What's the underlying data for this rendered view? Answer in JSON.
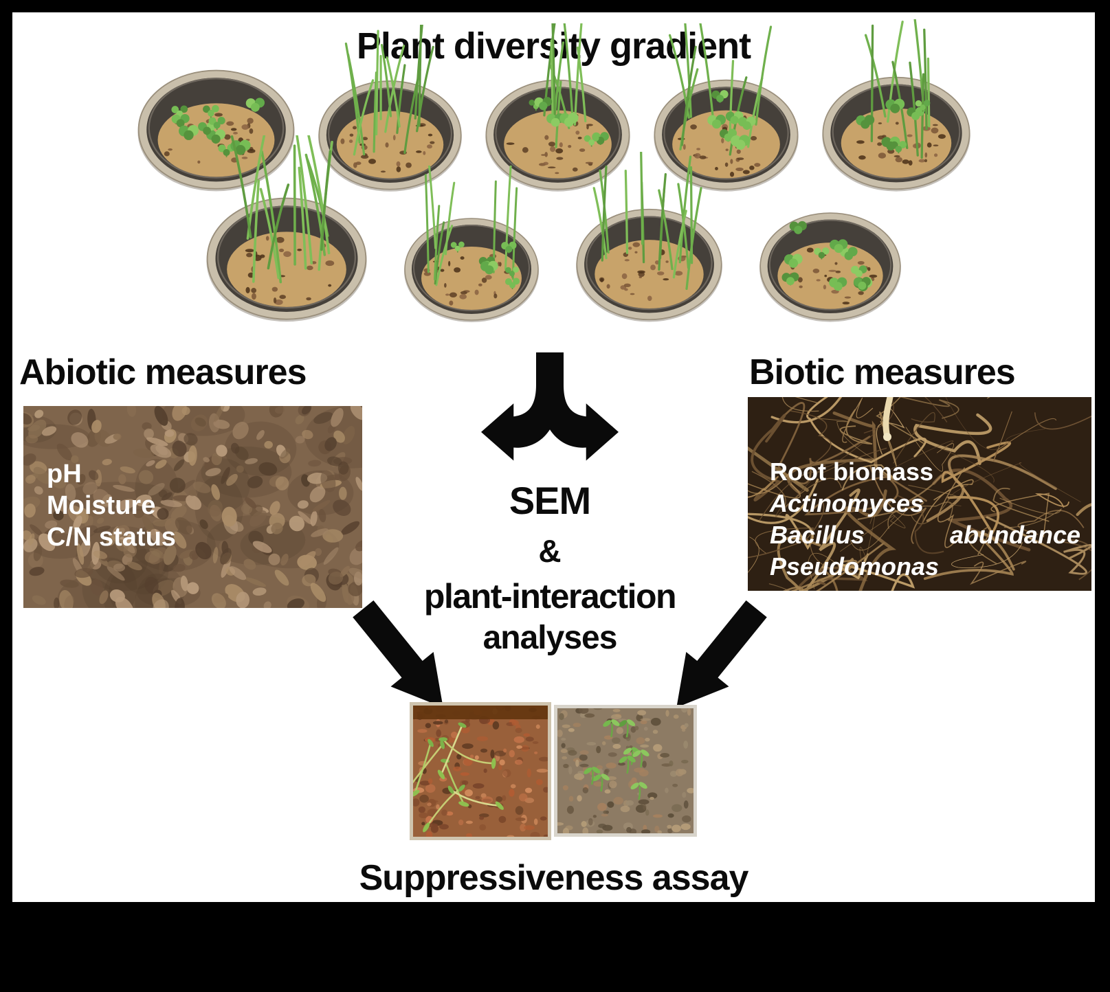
{
  "title": "Plant diversity gradient",
  "pot_grid": {
    "row1": [
      "clover",
      "grass",
      "grass-clover",
      "grass-clover",
      "grass-clover"
    ],
    "row2": [
      "grass",
      "grass-clover",
      "grass",
      "clover"
    ]
  },
  "abiotic": {
    "heading": "Abiotic measures",
    "items": [
      "pH",
      "Moisture",
      "C/N status"
    ]
  },
  "biotic": {
    "heading": "Biotic measures",
    "lines": [
      {
        "text": "Root biomass"
      },
      {
        "text": "Actinomyces"
      },
      {
        "text": "Bacillus",
        "right": "abundance"
      },
      {
        "text": "Pseudomonas"
      }
    ]
  },
  "center": {
    "sem": "SEM",
    "amp": "&",
    "line3": "plant-interaction",
    "line4": "analyses"
  },
  "suppressiveness": {
    "label": "Suppressiveness assay"
  },
  "colors": {
    "frame": "#000000",
    "background": "#ffffff",
    "text": "#0b0b0b",
    "overlay_text": "#ffffff",
    "arrow": "#0a0a0a",
    "pot_rim": "#c9bfab",
    "pot_wall": "#45403a",
    "pot_soil": "#c8a36a",
    "grass_green": "#6fb04c",
    "clover_green": "#62a94a",
    "soil_photo_base": "#7f654c",
    "root_photo_bg": "#2e2013",
    "root_strand": "#a98756",
    "tray_left_frame": "#cfc4ae",
    "tray_left_soil": "#99603a",
    "tray_right_frame": "#d8d4cb",
    "tray_right_soil": "#8d7b64",
    "seedling_pale": "#c6cd74",
    "seedling_green": "#76b84e"
  }
}
